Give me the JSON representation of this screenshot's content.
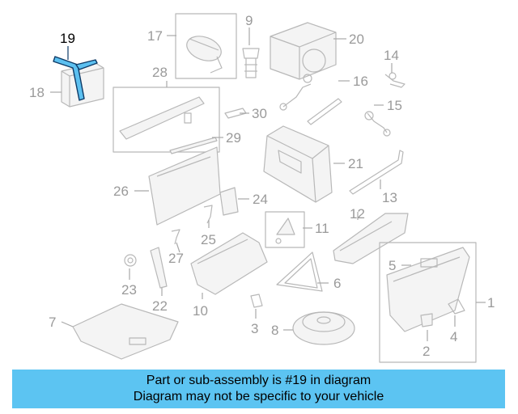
{
  "diagram": {
    "highlighted_part": "19",
    "colors": {
      "highlight": "#5cc0f0",
      "outline": "#b8b8b8",
      "banner": "#5cc4f2"
    },
    "callouts": {
      "c1": "1",
      "c2": "2",
      "c3": "3",
      "c4": "4",
      "c5": "5",
      "c6": "6",
      "c7": "7",
      "c8": "8",
      "c9": "9",
      "c10": "10",
      "c11": "11",
      "c12": "12",
      "c13": "13",
      "c14": "14",
      "c15": "15",
      "c16": "16",
      "c17": "17",
      "c18": "18",
      "c19": "19",
      "c20": "20",
      "c21": "21",
      "c22": "22",
      "c23": "23",
      "c24": "24",
      "c25": "25",
      "c26": "26",
      "c27": "27",
      "c28": "28",
      "c29": "29",
      "c30": "30"
    }
  },
  "banner": {
    "line1": "Part or sub-assembly is #19 in diagram",
    "line2": "Diagram may not be specific to your vehicle"
  }
}
